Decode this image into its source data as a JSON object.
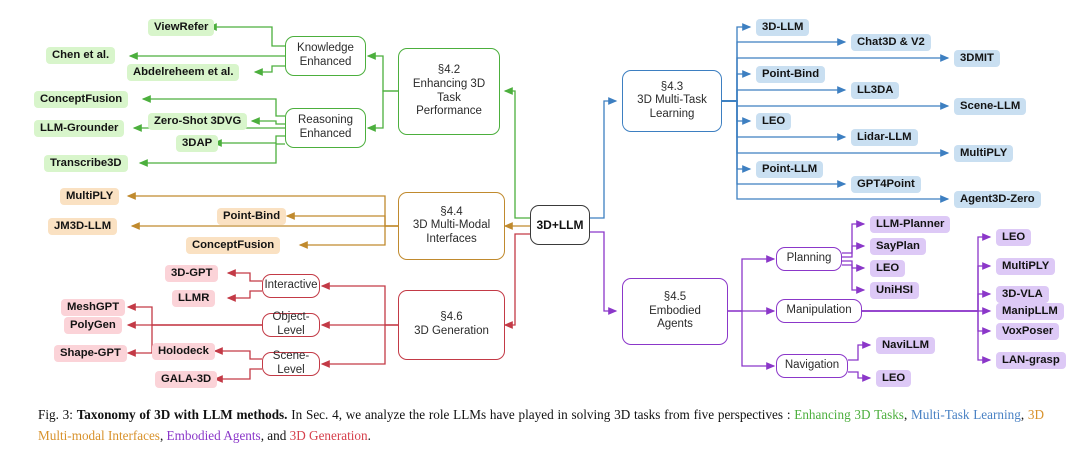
{
  "figure": {
    "label": "Fig. 3:",
    "title": "Taxonomy of 3D with LLM methods.",
    "caption_part1": " In Sec. 4, we analyze the role LLMs have played in solving 3D tasks from five perspectives : ",
    "highlight1": "Enhancing 3D Tasks",
    "sep1": ", ",
    "highlight2": "Multi-Task Learning",
    "sep2": ", ",
    "highlight3": "3D Multi-modal Interfaces",
    "sep3": ", ",
    "highlight4": "Embodied Agents",
    "sep4": ", and ",
    "highlight5": "3D Generation",
    "sep5": "."
  },
  "colors": {
    "green": "#4caf3d",
    "blue": "#3d7fc1",
    "orange": "#c08a2e",
    "purple": "#8b37c9",
    "red": "#c33a46",
    "dark": "#3a3a3a",
    "leaf_green": "#d8f5cb",
    "leaf_blue": "#c9dff1",
    "leaf_orange": "#fae1c2",
    "leaf_purple": "#ddc9f6",
    "leaf_red": "#fbd3d8"
  },
  "root": {
    "label": "3D+LLM"
  },
  "sections": {
    "enhancing": {
      "heading": "§4.2\nEnhancing 3D\nTask\nPerformance",
      "line1": "§4.2",
      "line2": "Enhancing 3D",
      "line3": "Task",
      "line4": "Performance",
      "branches": [
        {
          "label_line1": "Knowledge",
          "label_line2": "Enhanced",
          "leaves": [
            "ViewRefer",
            "Chen et al.",
            "Abdelreheem et al."
          ]
        },
        {
          "label_line1": "Reasoning",
          "label_line2": "Enhanced",
          "leaves": [
            "ConceptFusion",
            "Zero-Shot 3DVG",
            "LLM-Grounder",
            "3DAP",
            "Transcribe3D"
          ]
        }
      ]
    },
    "multitask": {
      "line1": "§4.3",
      "line2": "3D Multi-Task",
      "line3": "Learning",
      "leaves": [
        "3D-LLM",
        "Chat3D & V2",
        "3DMIT",
        "Point-Bind",
        "LL3DA",
        "Scene-LLM",
        "LEO",
        "Lidar-LLM",
        "MultiPLY",
        "Point-LLM",
        "GPT4Point",
        "Agent3D-Zero"
      ]
    },
    "multimodal": {
      "line1": "§4.4",
      "line2": "3D Multi-Modal",
      "line3": "Interfaces",
      "leaves": [
        "MultiPLY",
        "Point-Bind",
        "JM3D-LLM",
        "ConceptFusion"
      ]
    },
    "embodied": {
      "line1": "§4.5",
      "line2": "Embodied",
      "line3": "Agents",
      "branches": [
        {
          "label": "Planning",
          "leaves": [
            "LLM-Planner",
            "SayPlan",
            "LEO",
            "UniHSI"
          ]
        },
        {
          "label": "Manipulation",
          "leaves": [
            "LEO",
            "MultiPLY",
            "3D-VLA",
            "ManipLLM",
            "VoxPoser",
            "LAN-grasp"
          ]
        },
        {
          "label": "Navigation",
          "leaves": [
            "NaviLLM",
            "LEO"
          ]
        }
      ]
    },
    "generation": {
      "line1": "§4.6",
      "line2": "3D Generation",
      "branches": [
        {
          "label": "Interactive",
          "leaves": [
            "3D-GPT",
            "LLMR"
          ]
        },
        {
          "label": "Object-Level",
          "leaves": [
            "MeshGPT",
            "PolyGen",
            "Shape-GPT"
          ]
        },
        {
          "label": "Scene-Level",
          "leaves": [
            "Holodeck",
            "GALA-3D"
          ]
        }
      ]
    }
  }
}
